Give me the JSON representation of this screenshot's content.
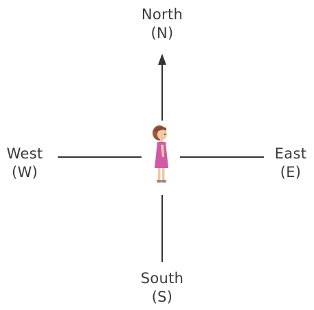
{
  "directions": {
    "north": {
      "name": "North",
      "abbr": "(N)"
    },
    "south": {
      "name": "South",
      "abbr": "(S)"
    },
    "west": {
      "name": "West",
      "abbr": "(W)"
    },
    "east": {
      "name": "East",
      "abbr": "(E)"
    }
  },
  "colors": {
    "line": "#333333",
    "text": "#3a3a3a",
    "dress": "#d05aa5",
    "hair": "#9b5a3c"
  },
  "icons": {
    "center": "girl-figure-icon",
    "arrow": "arrow-up-icon"
  }
}
